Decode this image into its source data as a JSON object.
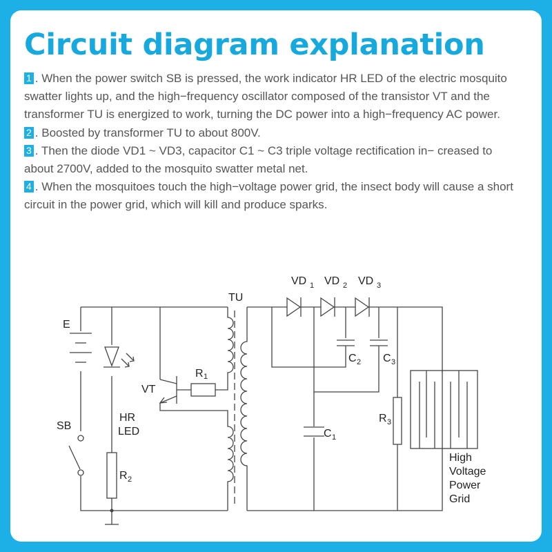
{
  "title": "Circuit diagram explanation",
  "steps": [
    {
      "num": "1",
      "text": ". When the power switch SB is pressed, the work indicator HR LED of the electric mosquito swatter lights up, and the high−frequency oscillator composed of the transistor VT and the transformer TU is energized to work, turning the DC power into a high−frequency AC power."
    },
    {
      "num": "2",
      "text": ". Boosted by transformer TU to about 800V."
    },
    {
      "num": "3",
      "text": ". Then the diode VD1 ~ VD3, capacitor C1 ~ C3 triple voltage rectification in− creased to about 2700V, added to the mosquito swatter metal net."
    },
    {
      "num": "4",
      "text": ". When the mosquitoes touch the high−voltage power grid, the insect body will cause a short circuit in the power grid, which will kill and produce sparks."
    }
  ],
  "diagram": {
    "labels": {
      "E": "E",
      "SB": "SB",
      "HR": "HR",
      "LED": "LED",
      "VT": "VT",
      "R1": "R",
      "R1_sub": "1",
      "R2": "R",
      "R2_sub": "2",
      "TU": "TU",
      "VD1": "VD",
      "VD1_sub": "1",
      "VD2": "VD",
      "VD2_sub": "2",
      "VD3": "VD",
      "VD3_sub": "3",
      "C1": "C",
      "C1_sub": "1",
      "C2": "C",
      "C2_sub": "2",
      "C3": "C",
      "C3_sub": "3",
      "R3": "R",
      "R3_sub": "3"
    },
    "grid_label": [
      "High",
      "Voltage",
      "Power",
      "Grid"
    ]
  }
}
